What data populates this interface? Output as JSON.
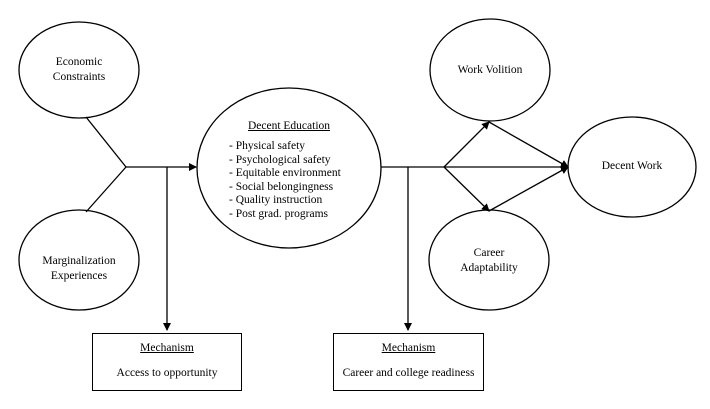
{
  "nodes": {
    "economic_constraints": {
      "line1": "Economic",
      "line2": "Constraints"
    },
    "marginalization_experiences": {
      "line1": "Marginalization",
      "line2": "Experiences"
    },
    "decent_education": {
      "title": "Decent Education",
      "items": [
        "- Physical safety",
        "- Psychological safety",
        "- Equitable environment",
        "- Social belongingness",
        "- Quality instruction",
        "- Post grad. programs"
      ]
    },
    "work_volition": {
      "label": "Work Volition"
    },
    "career_adaptability": {
      "line1": "Career",
      "line2": "Adaptability"
    },
    "decent_work": {
      "label": "Decent Work"
    }
  },
  "mechanisms": {
    "left": {
      "title": "Mechanism",
      "text": "Access to opportunity"
    },
    "right": {
      "title": "Mechanism",
      "text": "Career and college readiness"
    }
  }
}
